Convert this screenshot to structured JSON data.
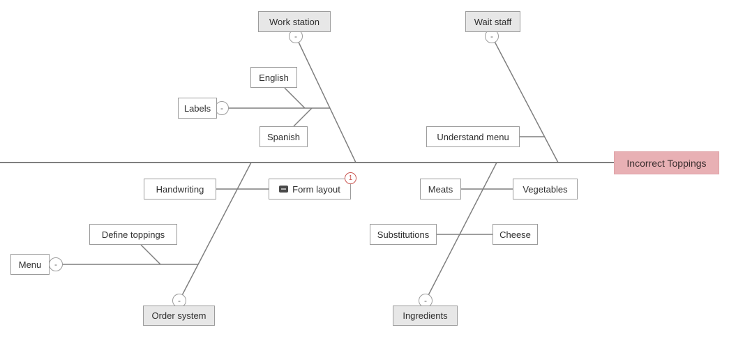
{
  "diagram": {
    "collapse_symbol": "-",
    "effect": {
      "label": "Incorrect Toppings"
    },
    "categories": {
      "work_station": {
        "label": "Work station"
      },
      "wait_staff": {
        "label": "Wait staff"
      },
      "order_system": {
        "label": "Order system"
      },
      "ingredients": {
        "label": "Ingredients"
      }
    },
    "causes": {
      "labels": {
        "label": "Labels"
      },
      "english": {
        "label": "English"
      },
      "spanish": {
        "label": "Spanish"
      },
      "understand_menu": {
        "label": "Understand menu"
      },
      "handwriting": {
        "label": "Handwriting"
      },
      "form_layout": {
        "label": "Form layout",
        "badge": "1"
      },
      "define_toppings": {
        "label": "Define toppings"
      },
      "menu": {
        "label": "Menu"
      },
      "meats": {
        "label": "Meats"
      },
      "vegetables": {
        "label": "Vegetables"
      },
      "substitutions": {
        "label": "Substitutions"
      },
      "cheese": {
        "label": "Cheese"
      }
    },
    "colors": {
      "effect_fill": "#e8b0b4",
      "effect_border": "#dfa2a7",
      "category_fill": "#e7e7e7",
      "cause_fill": "#ffffff",
      "line": "#7f7f7f",
      "border": "#9c9c9c",
      "badge": "#c9544f"
    }
  }
}
